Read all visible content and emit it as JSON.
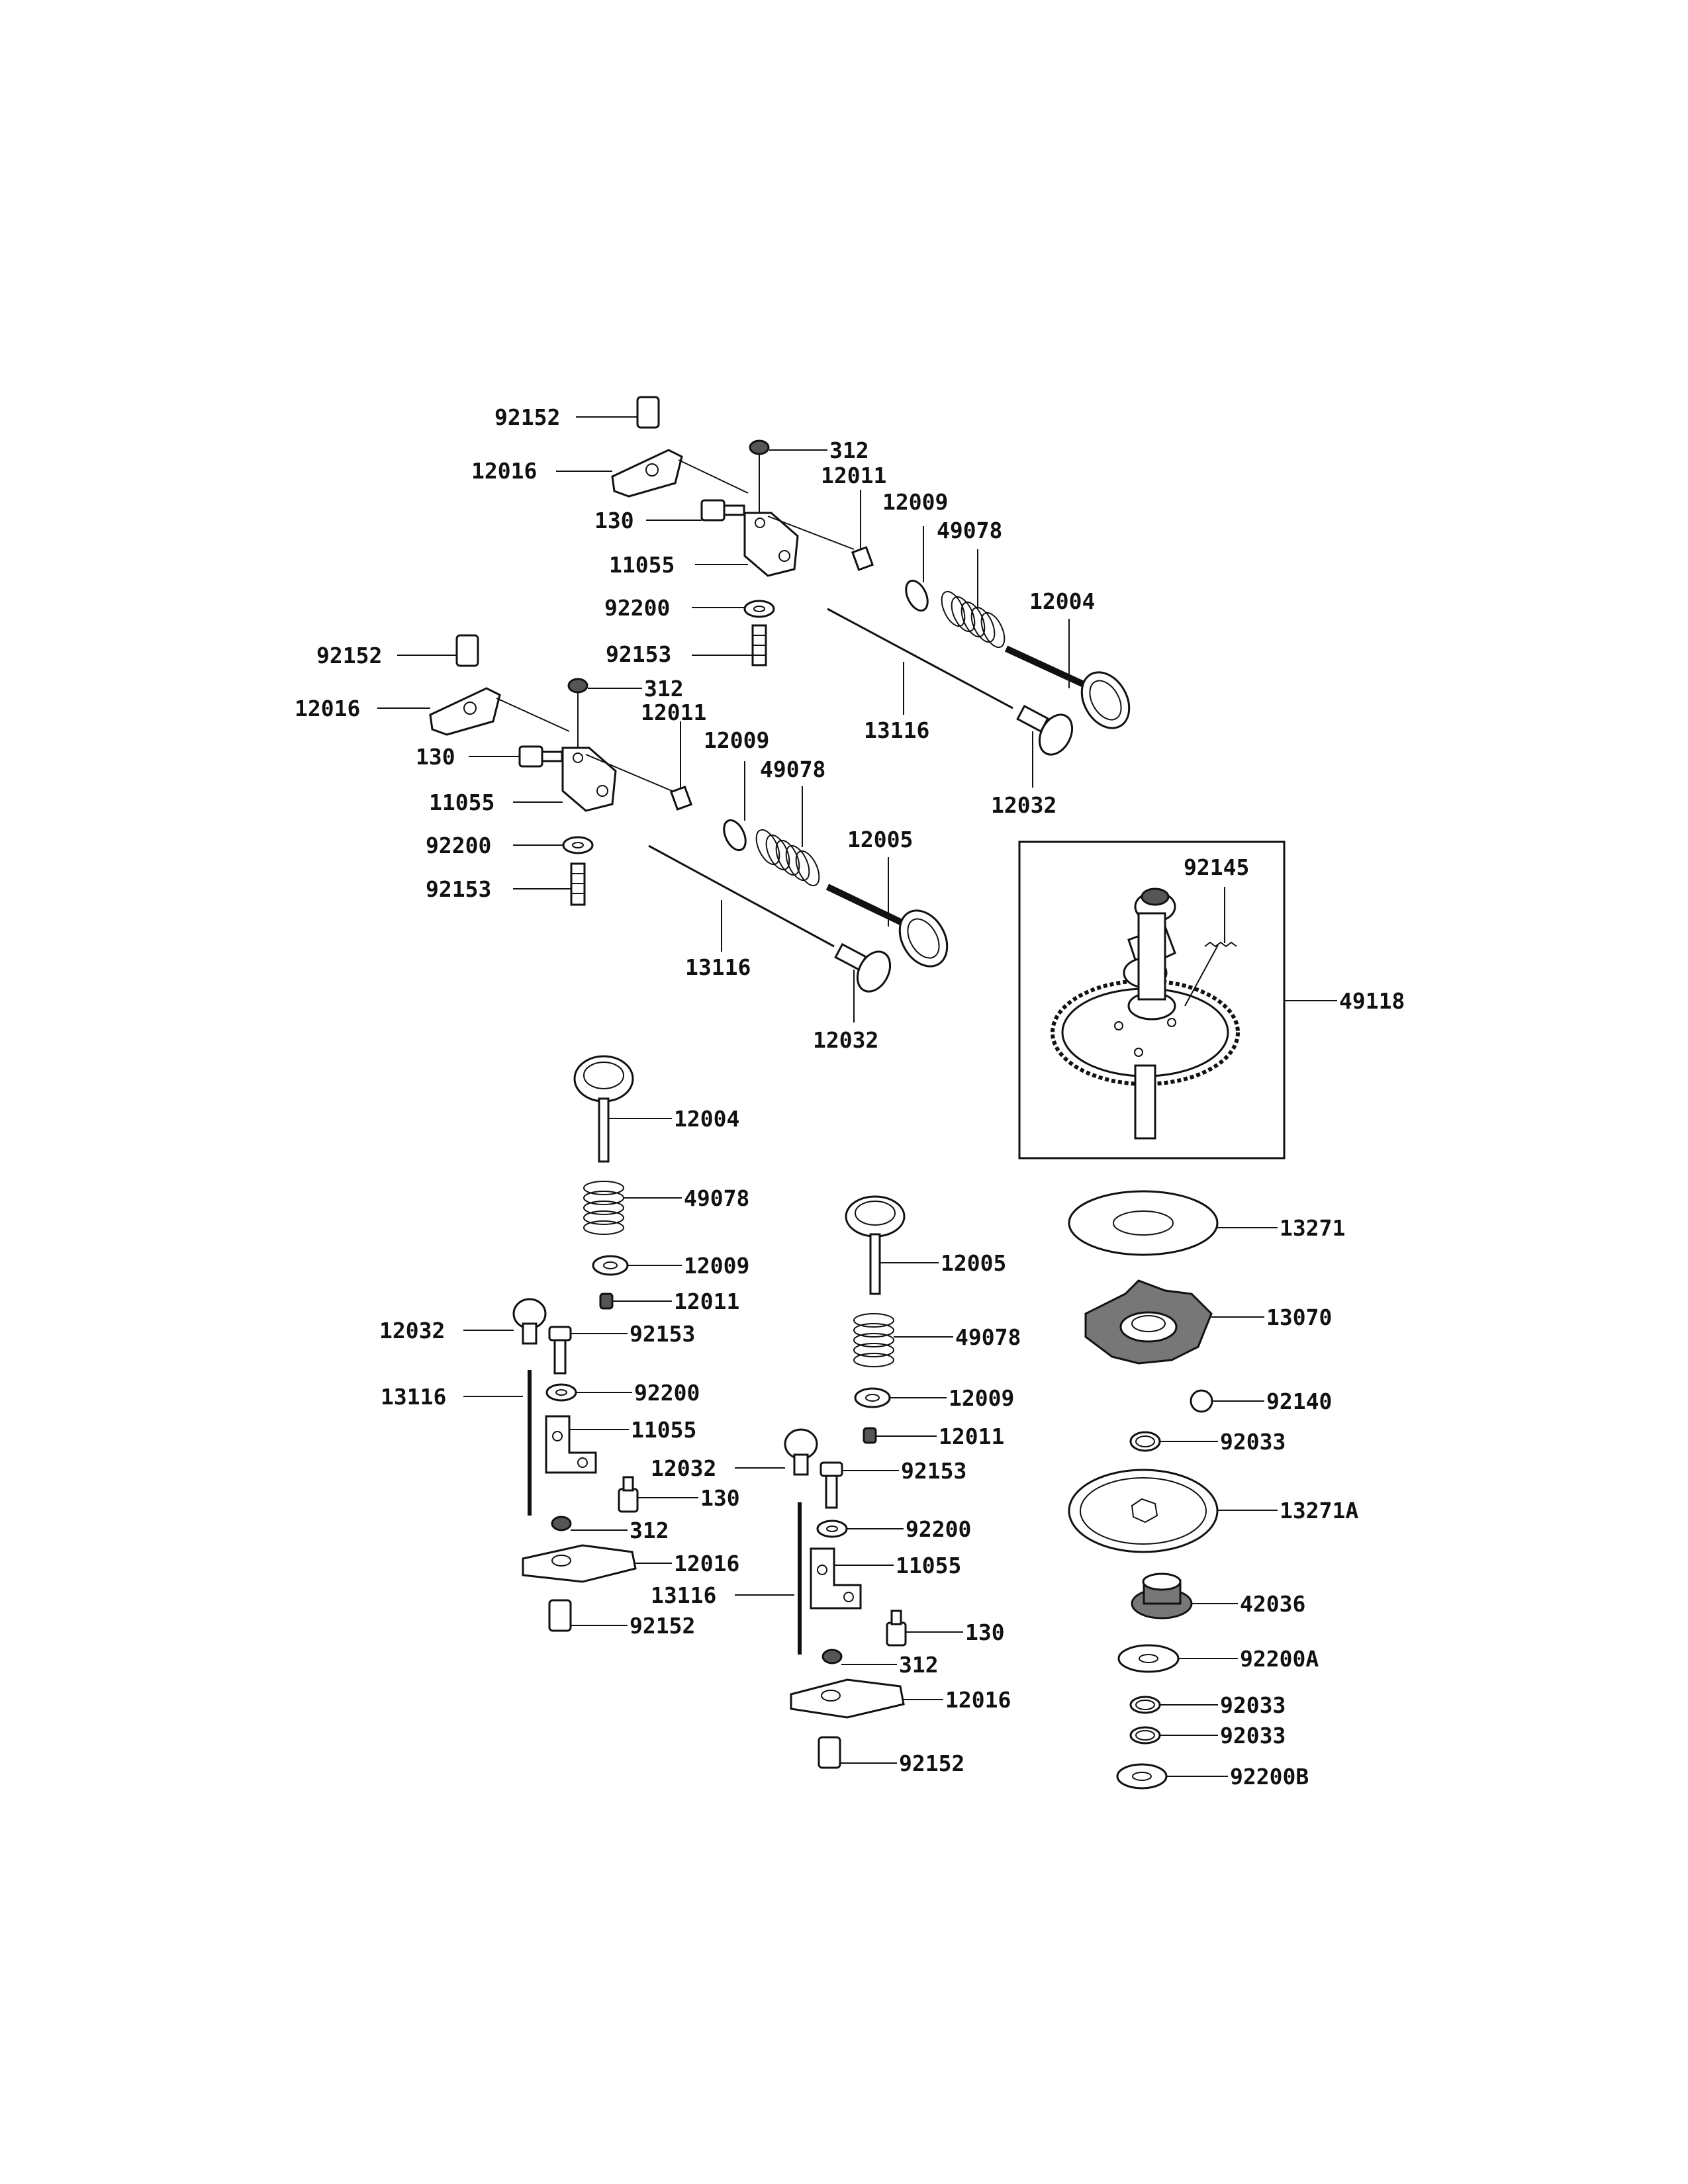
{
  "diagram": {
    "labels": {
      "a_92152": "92152",
      "a_12016": "12016",
      "a_312": "312",
      "a_12011": "12011",
      "a_130": "130",
      "a_12009": "12009",
      "a_49078": "49078",
      "a_11055": "11055",
      "a_12004": "12004",
      "a_92200": "92200",
      "a_92153": "92153",
      "a_13116": "13116",
      "a_12032": "12032",
      "b_92152": "92152",
      "b_12016": "12016",
      "b_312": "312",
      "b_12011": "12011",
      "b_130": "130",
      "b_12009": "12009",
      "b_49078": "49078",
      "b_11055": "11055",
      "b_12005": "12005",
      "b_92200": "92200",
      "b_92153": "92153",
      "b_13116": "13116",
      "b_12032": "12032",
      "cam_92145": "92145",
      "cam_49118": "49118",
      "c_12004": "12004",
      "c_49078": "49078",
      "c_12009": "12009",
      "c_12011": "12011",
      "c_12032": "12032",
      "c_92153": "92153",
      "c_13116": "13116",
      "c_92200": "92200",
      "c_11055": "11055",
      "c_130": "130",
      "c_312": "312",
      "c_12016": "12016",
      "c_92152": "92152",
      "d_12005": "12005",
      "d_49078": "49078",
      "d_12009": "12009",
      "d_12011": "12011",
      "d_12032": "12032",
      "d_92153": "92153",
      "d_92200": "92200",
      "d_11055": "11055",
      "d_13116": "13116",
      "d_130": "130",
      "d_312": "312",
      "d_12016": "12016",
      "d_92152": "92152",
      "g_13271": "13271",
      "g_13070": "13070",
      "g_92140": "92140",
      "g_92033a": "92033",
      "g_13271A": "13271A",
      "g_42036": "42036",
      "g_92200A": "92200A",
      "g_92033b": "92033",
      "g_92033c": "92033",
      "g_92200B": "92200B"
    },
    "colors": {
      "ink": "#111111",
      "paper": "#ffffff",
      "shade": "#555555"
    }
  }
}
